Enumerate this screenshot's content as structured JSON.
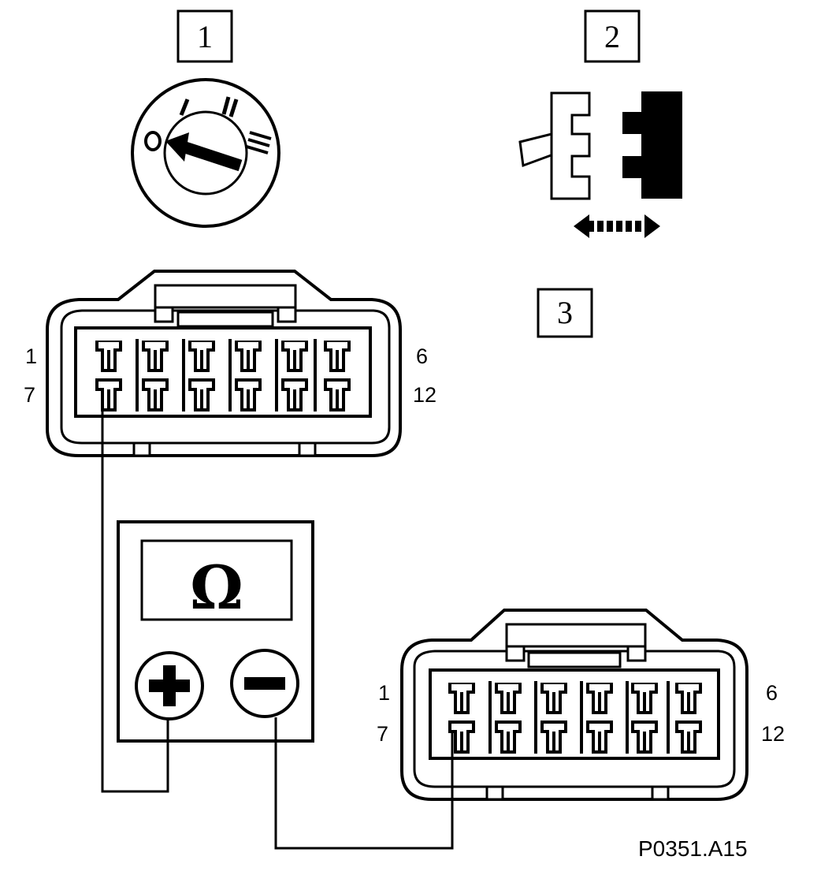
{
  "callouts": {
    "c1": "1",
    "c2": "2",
    "c3": "3"
  },
  "connector_upper": {
    "pin_1": "1",
    "pin_6": "6",
    "pin_7": "7",
    "pin_12": "12"
  },
  "connector_lower": {
    "pin_1": "1",
    "pin_6": "6",
    "pin_7": "7",
    "pin_12": "12"
  },
  "meter": {
    "display_symbol": "Ω"
  },
  "figure_code": "P0351.A15"
}
